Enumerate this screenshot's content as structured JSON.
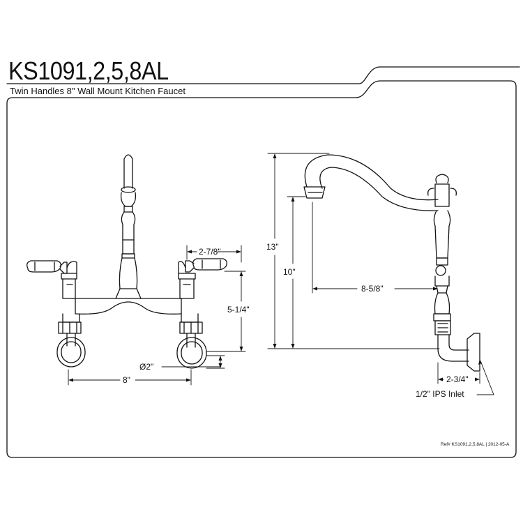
{
  "header": {
    "title": "KS1091,2,5,8AL",
    "subtitle": "Twin Handles 8\" Wall Mount Kitchen Faucet"
  },
  "front_view": {
    "dim_handle_offset": "2-7/8\"",
    "dim_height": "5-1/4\"",
    "dim_flange_dia": "Ø2\"",
    "dim_center": "8\""
  },
  "side_view": {
    "dim_overall_height": "13\"",
    "dim_spout_height": "10\"",
    "dim_reach": "8-5/8\"",
    "dim_wall_offset": "2-3/4\"",
    "inlet_label": "1/2\" IPS Inlet"
  },
  "footer": {
    "ref": "Ref# KS1091,2,5,8AL | 2012-05-A"
  },
  "colors": {
    "line": "#111111",
    "background": "#ffffff"
  }
}
